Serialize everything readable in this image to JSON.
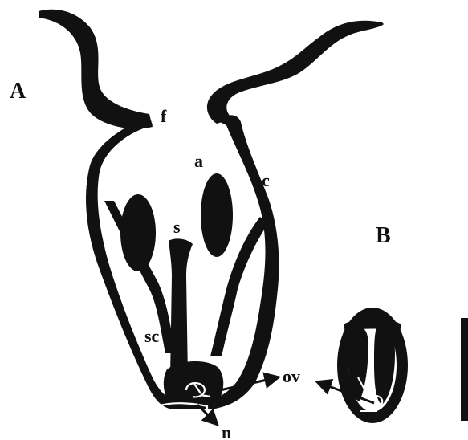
{
  "panels": {
    "a": "A",
    "b": "B"
  },
  "labels": {
    "f": "f",
    "a": "a",
    "c": "c",
    "s": "s",
    "sc": "sc",
    "ov": "ov",
    "n": "n"
  },
  "colors": {
    "ink": "#111111",
    "background": "#ffffff",
    "highlight": "#ffffff"
  }
}
